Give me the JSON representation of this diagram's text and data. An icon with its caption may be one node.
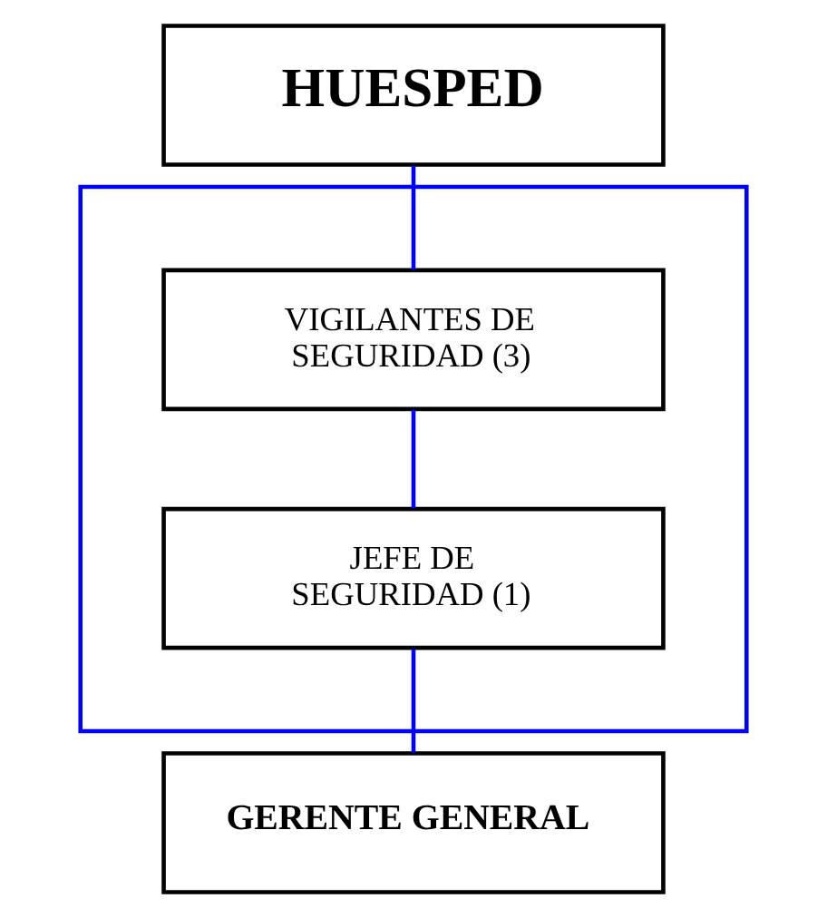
{
  "diagram": {
    "nodes": [
      {
        "text": [
          "HUESPED"
        ]
      },
      {
        "text": [],
        "shape": "box"
      },
      {
        "text": [
          "VIGILANTES DE SEGURIDAD (3)"
        ],
        "in": 1
      },
      {
        "text": [
          "JEFE DE SEGURIDAD (1)"
        ],
        "in": 1
      },
      {
        "text": [
          "GERENTE GENERAL"
        ]
      }
    ],
    "edges": [
      {
        "from": 0,
        "to": 2,
        "arrow": "none"
      },
      {
        "from": 2,
        "to": 3,
        "arrow": "none"
      },
      {
        "from": 3,
        "to": 4,
        "arrow": "none"
      }
    ]
  }
}
